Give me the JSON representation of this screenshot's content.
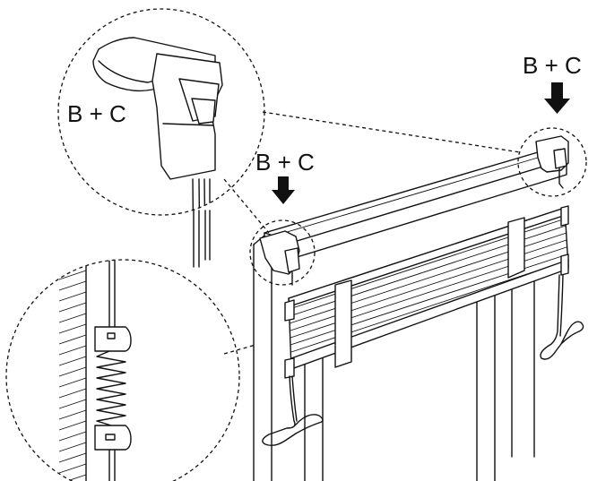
{
  "callouts": {
    "bracket_zoom_label": "B + C",
    "left_bracket_label": "B + C",
    "right_bracket_label": "B + C"
  }
}
